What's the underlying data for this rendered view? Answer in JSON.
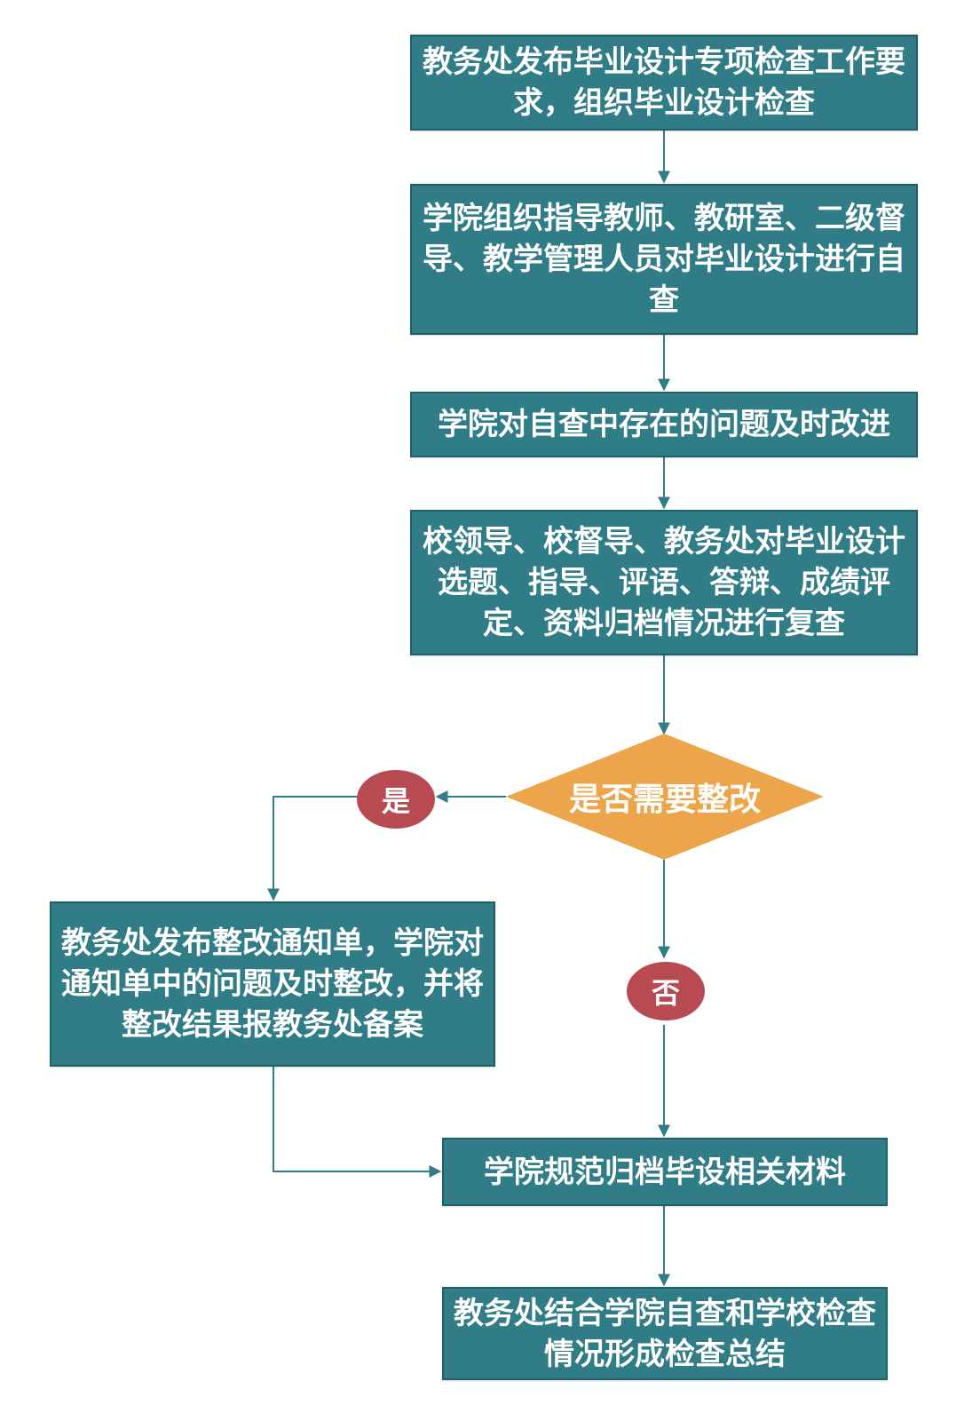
{
  "colors": {
    "process_fill": "#317d87",
    "decision_fill": "#eca54a",
    "badge_fill": "#b84a52",
    "connector": "#317d87"
  },
  "steps": [
    {
      "text": "教务处发布毕业设计专项检查工作要求，组织毕业设计检查"
    },
    {
      "text": "学院组织指导教师、教研室、二级督导、教学管理人员对毕业设计进行自查"
    },
    {
      "text": "学院对自查中存在的问题及时改进"
    },
    {
      "text": "校领导、校督导、教务处对毕业设计选题、指导、评语、答辩、成绩评定、资料归档情况进行复查"
    }
  ],
  "decision": {
    "text": "是否需要整改"
  },
  "branch_yes": {
    "label": "是",
    "step": "教务处发布整改通知单，学院对通知单中的问题及时整改，并将整改结果报教务处备案"
  },
  "branch_no": {
    "label": "否"
  },
  "archive_step": {
    "text": "学院规范归档毕设相关材料"
  },
  "final_step": {
    "text": "教务处结合学院自查和学校检查情况形成检查总结"
  }
}
